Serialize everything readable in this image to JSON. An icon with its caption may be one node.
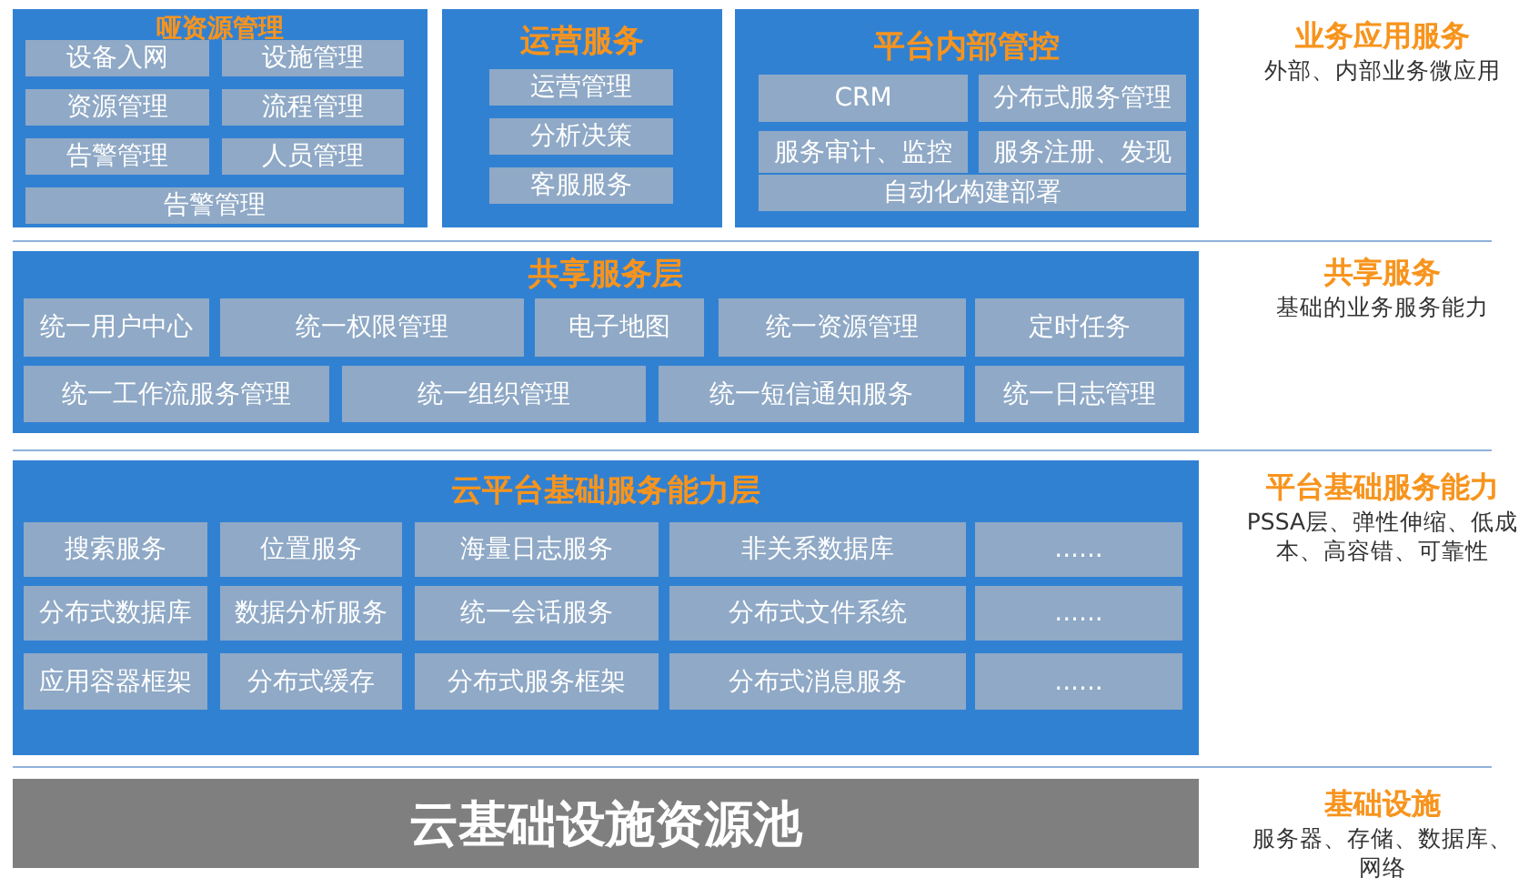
{
  "diagram": {
    "nodes": [
      {
        "text": [
          "哑资源管理"
        ]
      },
      {
        "text": [
          "设备入网"
        ],
        "in": 0
      },
      {
        "text": [
          "设施管理"
        ],
        "in": 0
      },
      {
        "text": [
          "资源管理"
        ],
        "in": 0
      },
      {
        "text": [
          "流程管理"
        ],
        "in": 0
      },
      {
        "text": [
          "告警管理"
        ],
        "in": 0
      },
      {
        "text": [
          "人员管理"
        ],
        "in": 0
      },
      {
        "text": [
          "告警管理"
        ],
        "in": 0
      },
      {
        "text": [
          "运营服务"
        ]
      },
      {
        "text": [
          "运营管理"
        ],
        "in": 8
      },
      {
        "text": [
          "分析决策"
        ],
        "in": 8
      },
      {
        "text": [
          "客服服务"
        ],
        "in": 8
      },
      {
        "text": [
          "平台内部管控"
        ]
      },
      {
        "text": [
          "CRM"
        ],
        "in": 12
      },
      {
        "text": [
          "分布式服务管理"
        ],
        "in": 12
      },
      {
        "text": [
          "服务审计、监控"
        ],
        "in": 12
      },
      {
        "text": [
          "服务注册、发现"
        ],
        "in": 12
      },
      {
        "text": [
          "自动化构建部署"
        ],
        "in": 12
      },
      {
        "text": [
          "共享服务层"
        ]
      },
      {
        "text": [
          "统一用户中心"
        ],
        "in": 18
      },
      {
        "text": [
          "统一权限管理"
        ],
        "in": 18
      },
      {
        "text": [
          "电子地图"
        ],
        "in": 18
      },
      {
        "text": [
          "统一资源管理"
        ],
        "in": 18
      },
      {
        "text": [
          "定时任务"
        ],
        "in": 18
      },
      {
        "text": [
          "统一工作流服务管理"
        ],
        "in": 18
      },
      {
        "text": [
          "统一组织管理"
        ],
        "in": 18
      },
      {
        "text": [
          "统一短信通知服务"
        ],
        "in": 18
      },
      {
        "text": [
          "统一日志管理"
        ],
        "in": 18
      },
      {
        "text": [
          "云平台基础服务能力层"
        ]
      },
      {
        "text": [
          "搜索服务"
        ],
        "in": 28
      },
      {
        "text": [
          "位置服务"
        ],
        "in": 28
      },
      {
        "text": [
          "海量日志服务"
        ],
        "in": 28
      },
      {
        "text": [
          "非关系数据库"
        ],
        "in": 28
      },
      {
        "text": [
          "......"
        ],
        "in": 28
      },
      {
        "text": [
          "分布式数据库"
        ],
        "in": 28
      },
      {
        "text": [
          "数据分析服务"
        ],
        "in": 28
      },
      {
        "text": [
          "统一会话服务"
        ],
        "in": 28
      },
      {
        "text": [
          "分布式文件系统"
        ],
        "in": 28
      },
      {
        "text": [
          "......"
        ],
        "in": 28
      },
      {
        "text": [
          "应用容器框架"
        ],
        "in": 28
      },
      {
        "text": [
          "分布式缓存"
        ],
        "in": 28
      },
      {
        "text": [
          "分布式服务框架"
        ],
        "in": 28
      },
      {
        "text": [
          "分布式消息服务"
        ],
        "in": 28
      },
      {
        "text": [
          "......"
        ],
        "in": 28
      },
      {
        "text": [
          "云基础设施资源池"
        ]
      }
    ],
    "labels": [
      "业务应用服务",
      "外部、内部业务微应用",
      "共享服务",
      "基础的业务服务能力",
      "平台基础服务能力",
      "PSSA层、弹性伸缩、低成本、高容错、可靠性",
      "基础设施",
      "服务器、存储、数据库、网络"
    ]
  }
}
